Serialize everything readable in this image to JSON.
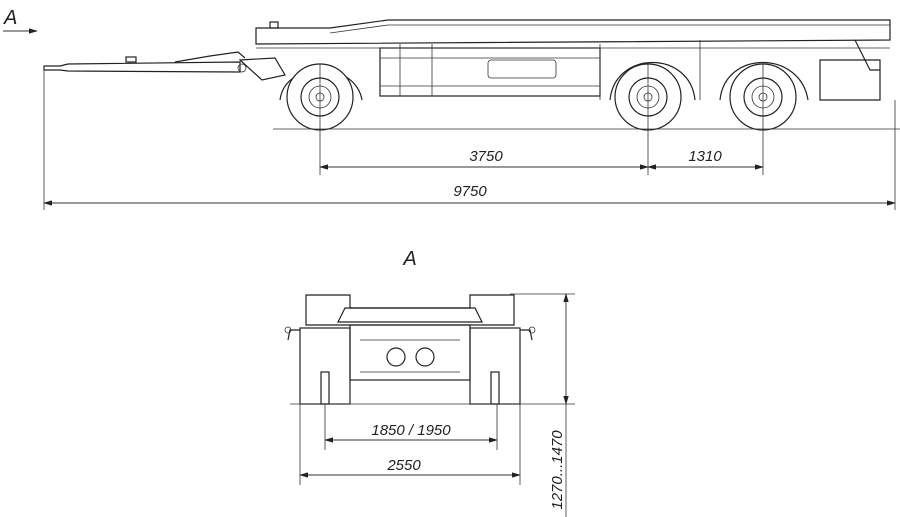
{
  "side_view": {
    "view_marker": "A",
    "dimensions": {
      "axle_front_to_tandem": "3750",
      "tandem_spacing": "1310",
      "overall_length": "9750"
    }
  },
  "rear_view": {
    "title": "A",
    "dimensions": {
      "track_width": "1850 / 1950",
      "overall_width": "2550",
      "platform_height": "1270...1470"
    }
  }
}
